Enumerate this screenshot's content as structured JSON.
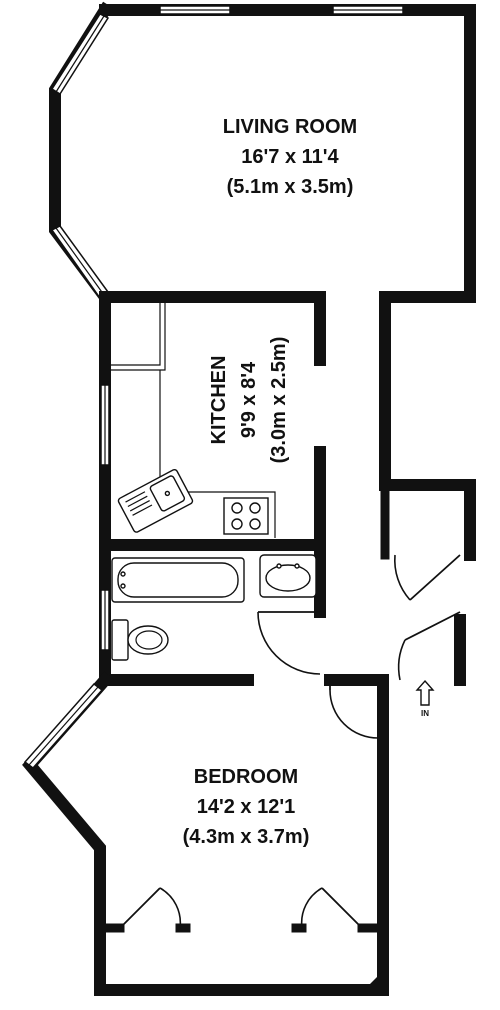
{
  "rooms": {
    "living": {
      "name": "LIVING ROOM",
      "imperial": "16'7 x 11'4",
      "metric": "(5.1m x 3.5m)"
    },
    "kitchen": {
      "name": "KITCHEN",
      "imperial": "9'9 x 8'4",
      "metric": "(3.0m x 2.5m)"
    },
    "bedroom": {
      "name": "BEDROOM",
      "imperial": "14'2 x 12'1",
      "metric": "(4.3m x 3.7m)"
    }
  },
  "entrance": {
    "label": "IN"
  }
}
